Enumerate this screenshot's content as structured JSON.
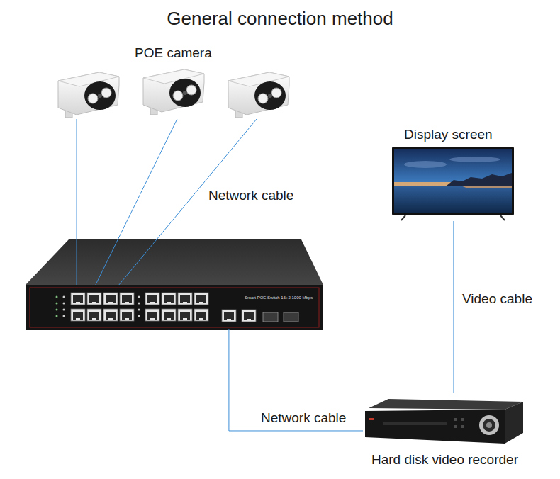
{
  "diagram": {
    "title": "General connection method",
    "nodes": [
      {
        "text": [
          "POE camera"
        ]
      },
      {
        "text": [
          "Display screen"
        ]
      },
      {
        "text": [
          "Smart POE Switch 16+2 1000 Mbps"
        ]
      },
      {
        "text": [
          "Hard disk video recorder"
        ]
      }
    ],
    "edges": [
      {
        "from": 0,
        "to": 2,
        "arrow": "none"
      },
      {
        "from": 0,
        "to": 2,
        "arrow": "none"
      },
      {
        "from": 0,
        "to": 2,
        "label": "Network cable",
        "arrow": "none"
      },
      {
        "from": 2,
        "to": 3,
        "label": "Network cable",
        "arrow": "none"
      },
      {
        "from": 1,
        "to": 3,
        "label": "Video cable",
        "arrow": "none"
      }
    ]
  }
}
